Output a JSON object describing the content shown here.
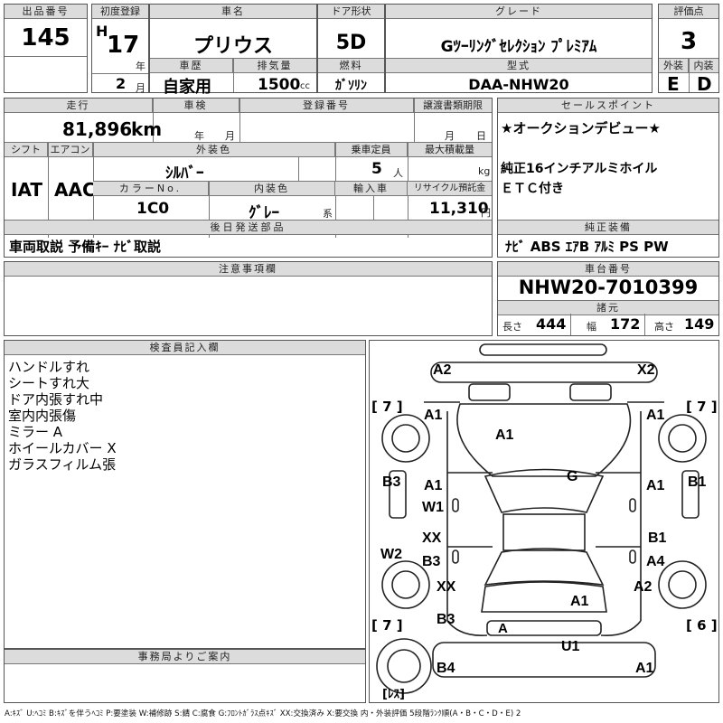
{
  "header": {
    "lot_label": "出品番号",
    "lot": "145",
    "first_reg_label": "初度登録",
    "era": "H",
    "year": "17",
    "year_unit": "年",
    "month": "2",
    "month_unit": "月",
    "car_name_label": "車名",
    "car_name": "プリウス",
    "history_label": "車歴",
    "history": "自家用",
    "displacement_label": "排気量",
    "displacement": "1500",
    "displacement_unit": "cc",
    "door_label": "ドア形状",
    "door": "5D",
    "fuel_label": "燃料",
    "fuel": "ｶﾞｿﾘﾝ",
    "grade_label": "グレード",
    "grade": "Gﾂｰﾘﾝｸﾞｾﾚｸｼｮﾝ ﾌﾟﾚﾐｱﾑ",
    "model_label": "型式",
    "model": "DAA-NHW20",
    "score_label": "評価点",
    "score": "3",
    "exterior_label": "外装",
    "exterior": "E",
    "interior_label": "内装",
    "interior": "D"
  },
  "row2": {
    "mileage_label": "走行",
    "mileage": "81,896",
    "mileage_unit": "km",
    "inspection_label": "車検",
    "insp_year_unit": "年",
    "insp_month_unit": "月",
    "reg_no_label": "登録番号",
    "transfer_label": "譲渡書類期限",
    "transfer_month_unit": "月",
    "transfer_day_unit": "日",
    "shift_label": "シフト",
    "shift": "IAT",
    "ac_label": "エアコン",
    "ac": "AAC",
    "color_label": "外装色",
    "color": "ｼﾙﾊﾞｰ",
    "capacity_label": "乗車定員",
    "capacity": "5",
    "capacity_unit": "人",
    "load_label": "最大積載量",
    "load_unit": "kg",
    "color_no_label": "カラーNo.",
    "color_no": "1C0",
    "int_color_label": "内装色",
    "int_color": "ｸﾞﾚｰ",
    "int_color_unit": "系",
    "import_label": "輸入車",
    "recycle_label": "リサイクル預託金",
    "recycle": "11,310",
    "recycle_unit": "円",
    "later_parts_label": "後日発送部品",
    "later_parts": "車両取説 予備ｷｰ ﾅﾋﾞ取説"
  },
  "sales": {
    "label": "セールスポイント",
    "line1": "★オークションデビュー★",
    "line2": "純正16インチアルミホイル",
    "line3": "ＥＴＣ付き"
  },
  "equipment": {
    "label": "純正装備",
    "value": "ﾅﾋﾞ ABS ｴｱB ｱﾙﾐ PS PW"
  },
  "notes": {
    "label": "注意事項欄"
  },
  "chassis": {
    "label": "車台番号",
    "value": "NHW20-7010399",
    "dims_label": "諸元",
    "length_label": "長さ",
    "length": "444",
    "width_label": "幅",
    "width": "172",
    "height_label": "高さ",
    "height": "149"
  },
  "inspector": {
    "label": "検査員記入欄",
    "lines": [
      "ハンドルすれ",
      "シートすれ大",
      "ドア内張すれ中",
      "室内内張傷",
      "ミラー A",
      "ホイールカバー X",
      "ガラスフィルム張"
    ]
  },
  "office": {
    "label": "事務局よりご案内"
  },
  "diagram": {
    "codes": {
      "front_left": "A2",
      "front_right": "X2",
      "fender_fl": "A1",
      "fender_fr": "A1",
      "hood": "A1",
      "roof": "G",
      "pillar_l": "B3",
      "pillar_r": "B1",
      "door_fl": "A1",
      "door_fl_win": "W1",
      "door_fr": "A1",
      "door_rl_top": "XX",
      "door_rl": "B3",
      "door_rr_top": "B1",
      "door_rr": "A4",
      "side_l": "W2",
      "rear_fender_l": "XX",
      "rear_fender_r": "A2",
      "trunk": "A1",
      "rear_l": "B3",
      "rear_plate": "A",
      "rear_bumper": "U1",
      "rear_bumper_l": "B4",
      "rear_bumper_r": "A1"
    },
    "tires": {
      "fl": "[ 7 ]",
      "fr": "[ 7 ]",
      "rl": "[ 7 ]",
      "rr": "[ 6 ]",
      "spare": "[ﾚｽ]"
    }
  },
  "legend": "A:ｷｽﾞ U:ﾍｺﾐ B:ｷｽﾞを伴うﾍｺﾐ P:要塗装 W:補修跡 S:錆 C:腐食 G:ﾌﾛﾝﾄｶﾞﾗｽ点ｷｽﾞ XX:交換済み X:要交換 内・外装評価 5段階ﾗﾝｸ順(A・B・C・D・E) 2"
}
